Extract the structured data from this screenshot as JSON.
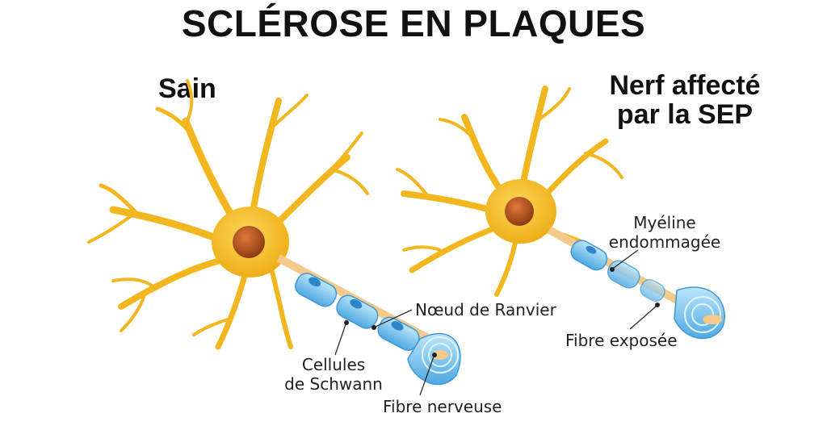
{
  "title": "SCLÉROSE EN PLAQUES",
  "panels": {
    "healthy": {
      "title": "Sain",
      "labels": {
        "ranvier": "Nœud de Ranvier",
        "schwann_line1": "Cellules",
        "schwann_line2": "de Schwann",
        "fibre": "Fibre nerveuse"
      }
    },
    "ms": {
      "title_line1": "Nerf affecté",
      "title_line2": "par la SEP",
      "labels": {
        "myelin_line1": "Myéline",
        "myelin_line2": "endommagée",
        "fibre": "Fibre exposée"
      }
    }
  },
  "colors": {
    "neuron": "#F2B61F",
    "neuron_light": "#F7CB3C",
    "nucleus": "#B8541E",
    "myelin": "#7EC8F0",
    "myelin_dark": "#2E86C8",
    "fibre": "#F5C98A"
  }
}
